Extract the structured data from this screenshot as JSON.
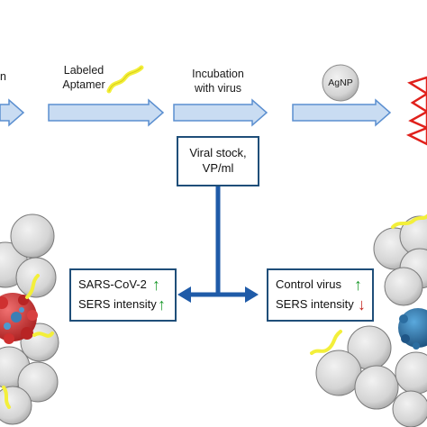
{
  "steps": {
    "step0_fragment": "n",
    "step1": [
      "Labeled",
      "Aptamer"
    ],
    "step2": [
      "Incubation",
      "with virus"
    ],
    "agnp": "AgNP"
  },
  "center_box": [
    "Viral stock,",
    "VP/ml"
  ],
  "left_box": {
    "line1": "SARS-CoV-2",
    "line2": "SERS intensity",
    "arrow1": "↑",
    "arrow2": "↑"
  },
  "right_box": {
    "line1": "Control virus",
    "line2": "SERS intensity",
    "arrow1": "↑",
    "arrow2": "↓"
  },
  "colors": {
    "process_arrow": "#c9dcf2",
    "process_arrow_edge": "#5b8fd0",
    "box_border": "#1f4e79",
    "connector": "#1f5ba8",
    "up_arrow": "#1d9a2e",
    "down_arrow": "#c3231b",
    "aptamer": "#f3ef3a",
    "particle": "#d9d9d9",
    "signal_star": "#e0201b",
    "virus_sars": "#d83a3a",
    "virus_control": "#3a7fb5"
  }
}
